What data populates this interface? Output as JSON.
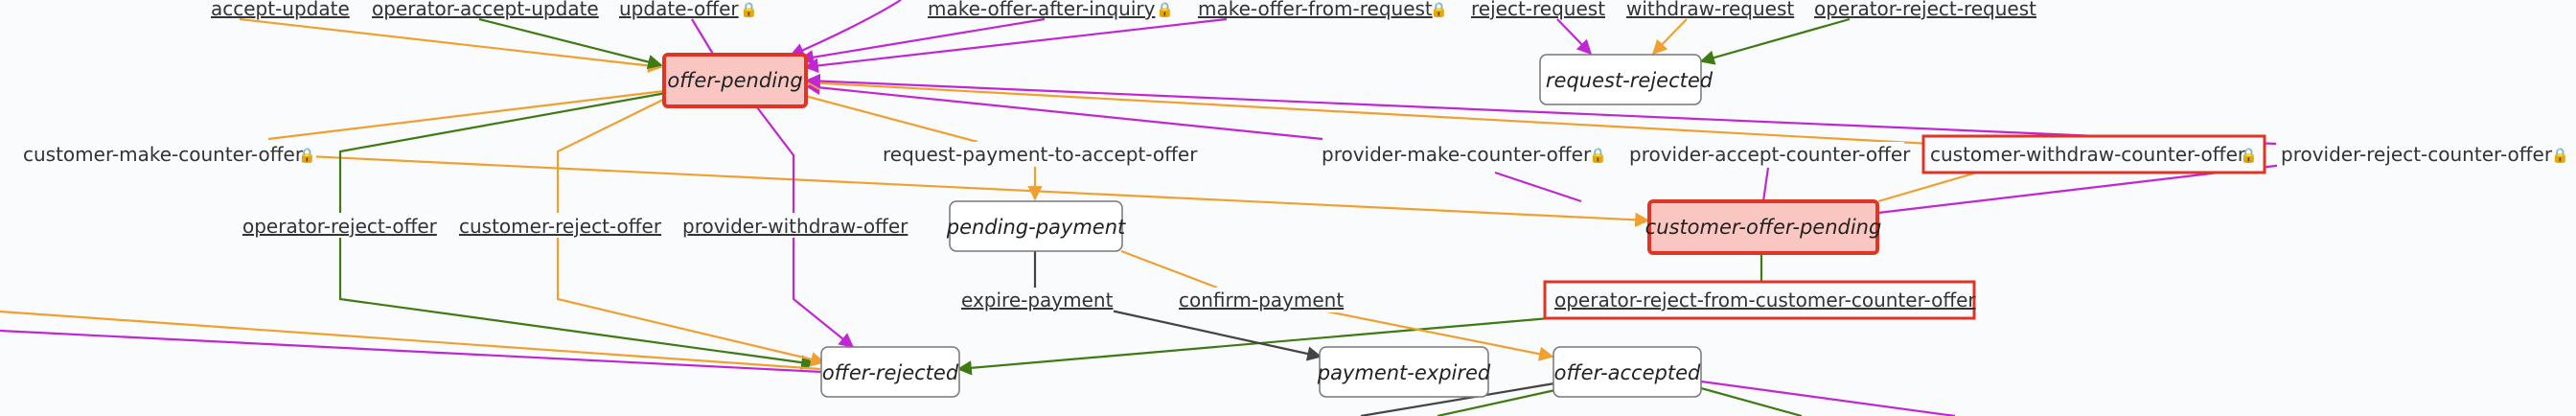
{
  "colors": {
    "orange": "#f0a030",
    "purple": "#c026d3",
    "green": "#3f7a12",
    "dark": "#444444",
    "highlight_fill": "#f9c6c2",
    "highlight_stroke": "#e03526"
  },
  "states": {
    "offer_pending": "offer-pending",
    "request_rejected": "request-rejected",
    "pending_payment": "pending-payment",
    "customer_offer_pending": "customer-offer-pending",
    "offer_rejected": "offer-rejected",
    "payment_expired": "payment-expired",
    "offer_accepted": "offer-accepted"
  },
  "transitions": {
    "accept_update": "accept-update",
    "operator_accept_update": "operator-accept-update",
    "update_offer": "update-offer",
    "make_offer_after_inquiry": "make-offer-after-inquiry",
    "make_offer_from_request": "make-offer-from-request",
    "reject_request": "reject-request",
    "withdraw_request": "withdraw-request",
    "operator_reject_request": "operator-reject-request",
    "customer_make_counter_offer": "customer-make-counter-offer",
    "request_payment_to_accept_offer": "request-payment-to-accept-offer",
    "provider_make_counter_offer": "provider-make-counter-offer",
    "provider_accept_counter_offer": "provider-accept-counter-offer",
    "customer_withdraw_counter_offer": "customer-withdraw-counter-offer",
    "provider_reject_counter_offer": "provider-reject-counter-offer",
    "operator_reject_offer": "operator-reject-offer",
    "customer_reject_offer": "customer-reject-offer",
    "provider_withdraw_offer": "provider-withdraw-offer",
    "expire_payment": "expire-payment",
    "confirm_payment": "confirm-payment",
    "operator_reject_from_customer_counter_offer": "operator-reject-from-customer-counter-offer"
  },
  "lock_icon": "lock-icon"
}
